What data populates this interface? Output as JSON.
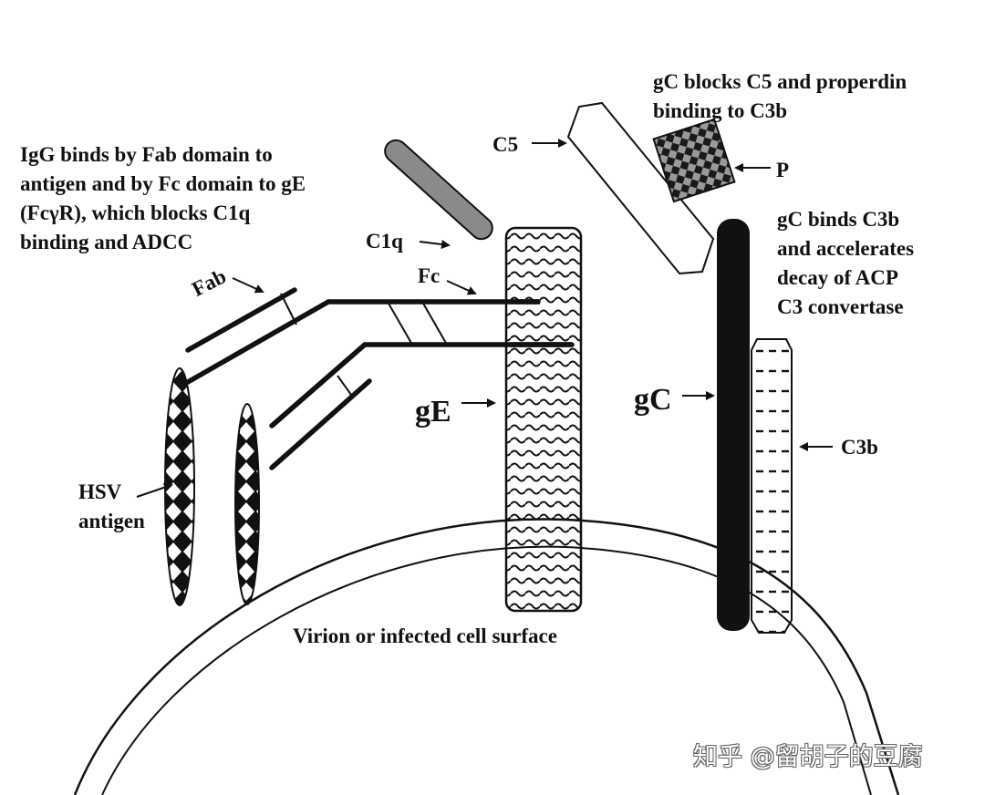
{
  "annotations": {
    "igg_text": [
      "IgG binds by Fab domain to",
      "antigen and by Fc domain to gE",
      "(FcγR), which blocks C1q",
      "binding and ADCC"
    ],
    "gc_blocks_text": [
      "gC blocks C5 and properdin",
      "binding to C3b"
    ],
    "gc_binds_text": [
      "gC binds C3b",
      "and accelerates",
      "decay of ACP",
      "C3 convertase"
    ]
  },
  "labels": {
    "c5": "C5",
    "c1q": "C1q",
    "p": "P",
    "fab": "Fab",
    "fc": "Fc",
    "ge": "gE",
    "gc": "gC",
    "c3b": "C3b",
    "hsv_antigen": [
      "HSV",
      "antigen"
    ],
    "surface": "Virion or infected cell surface"
  },
  "watermark": "知乎 @留胡子的豆腐"
}
